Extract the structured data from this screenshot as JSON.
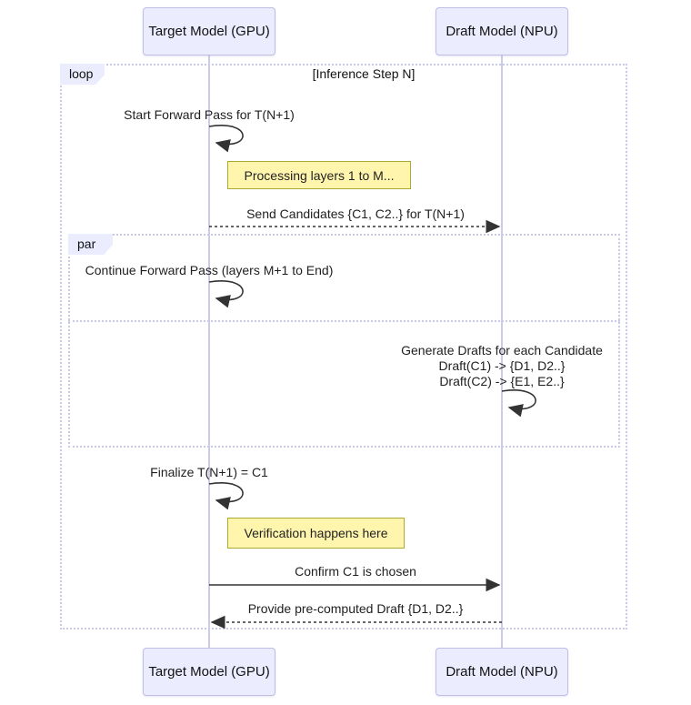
{
  "diagram": {
    "type": "sequence-diagram",
    "actors": [
      {
        "id": "target-gpu",
        "label": "Target Model (GPU)"
      },
      {
        "id": "draft-npu",
        "label": "Draft Model (NPU)"
      }
    ],
    "loop_frame": {
      "label": "loop",
      "title": "[Inference Step N]"
    },
    "par_frame": {
      "label": "par"
    },
    "messages": {
      "start_forward": "Start Forward Pass for T(N+1)",
      "note_processing": "Processing layers 1 to M...",
      "send_candidates": "Send Candidates {C1, C2..} for T(N+1)",
      "continue_forward": "Continue Forward Pass (layers M+1 to End)",
      "generate_drafts": {
        "line1": "Generate Drafts for each Candidate",
        "line2": "Draft(C1) -> {D1, D2..}",
        "line3": "Draft(C2) -> {E1, E2..}"
      },
      "finalize": "Finalize T(N+1) = C1",
      "note_verification": "Verification happens here",
      "confirm": "Confirm C1 is chosen",
      "provide_draft": "Provide pre-computed Draft {D1, D2..}"
    }
  },
  "colors": {
    "actor_fill": "#ECECFF",
    "actor_border": "#BEBEE6",
    "note_fill": "#FFF5AD",
    "note_border": "#AAAA33",
    "frame_border": "#C9C9E9",
    "lifeline": "#CBCBEA",
    "arrow": "#333333"
  }
}
